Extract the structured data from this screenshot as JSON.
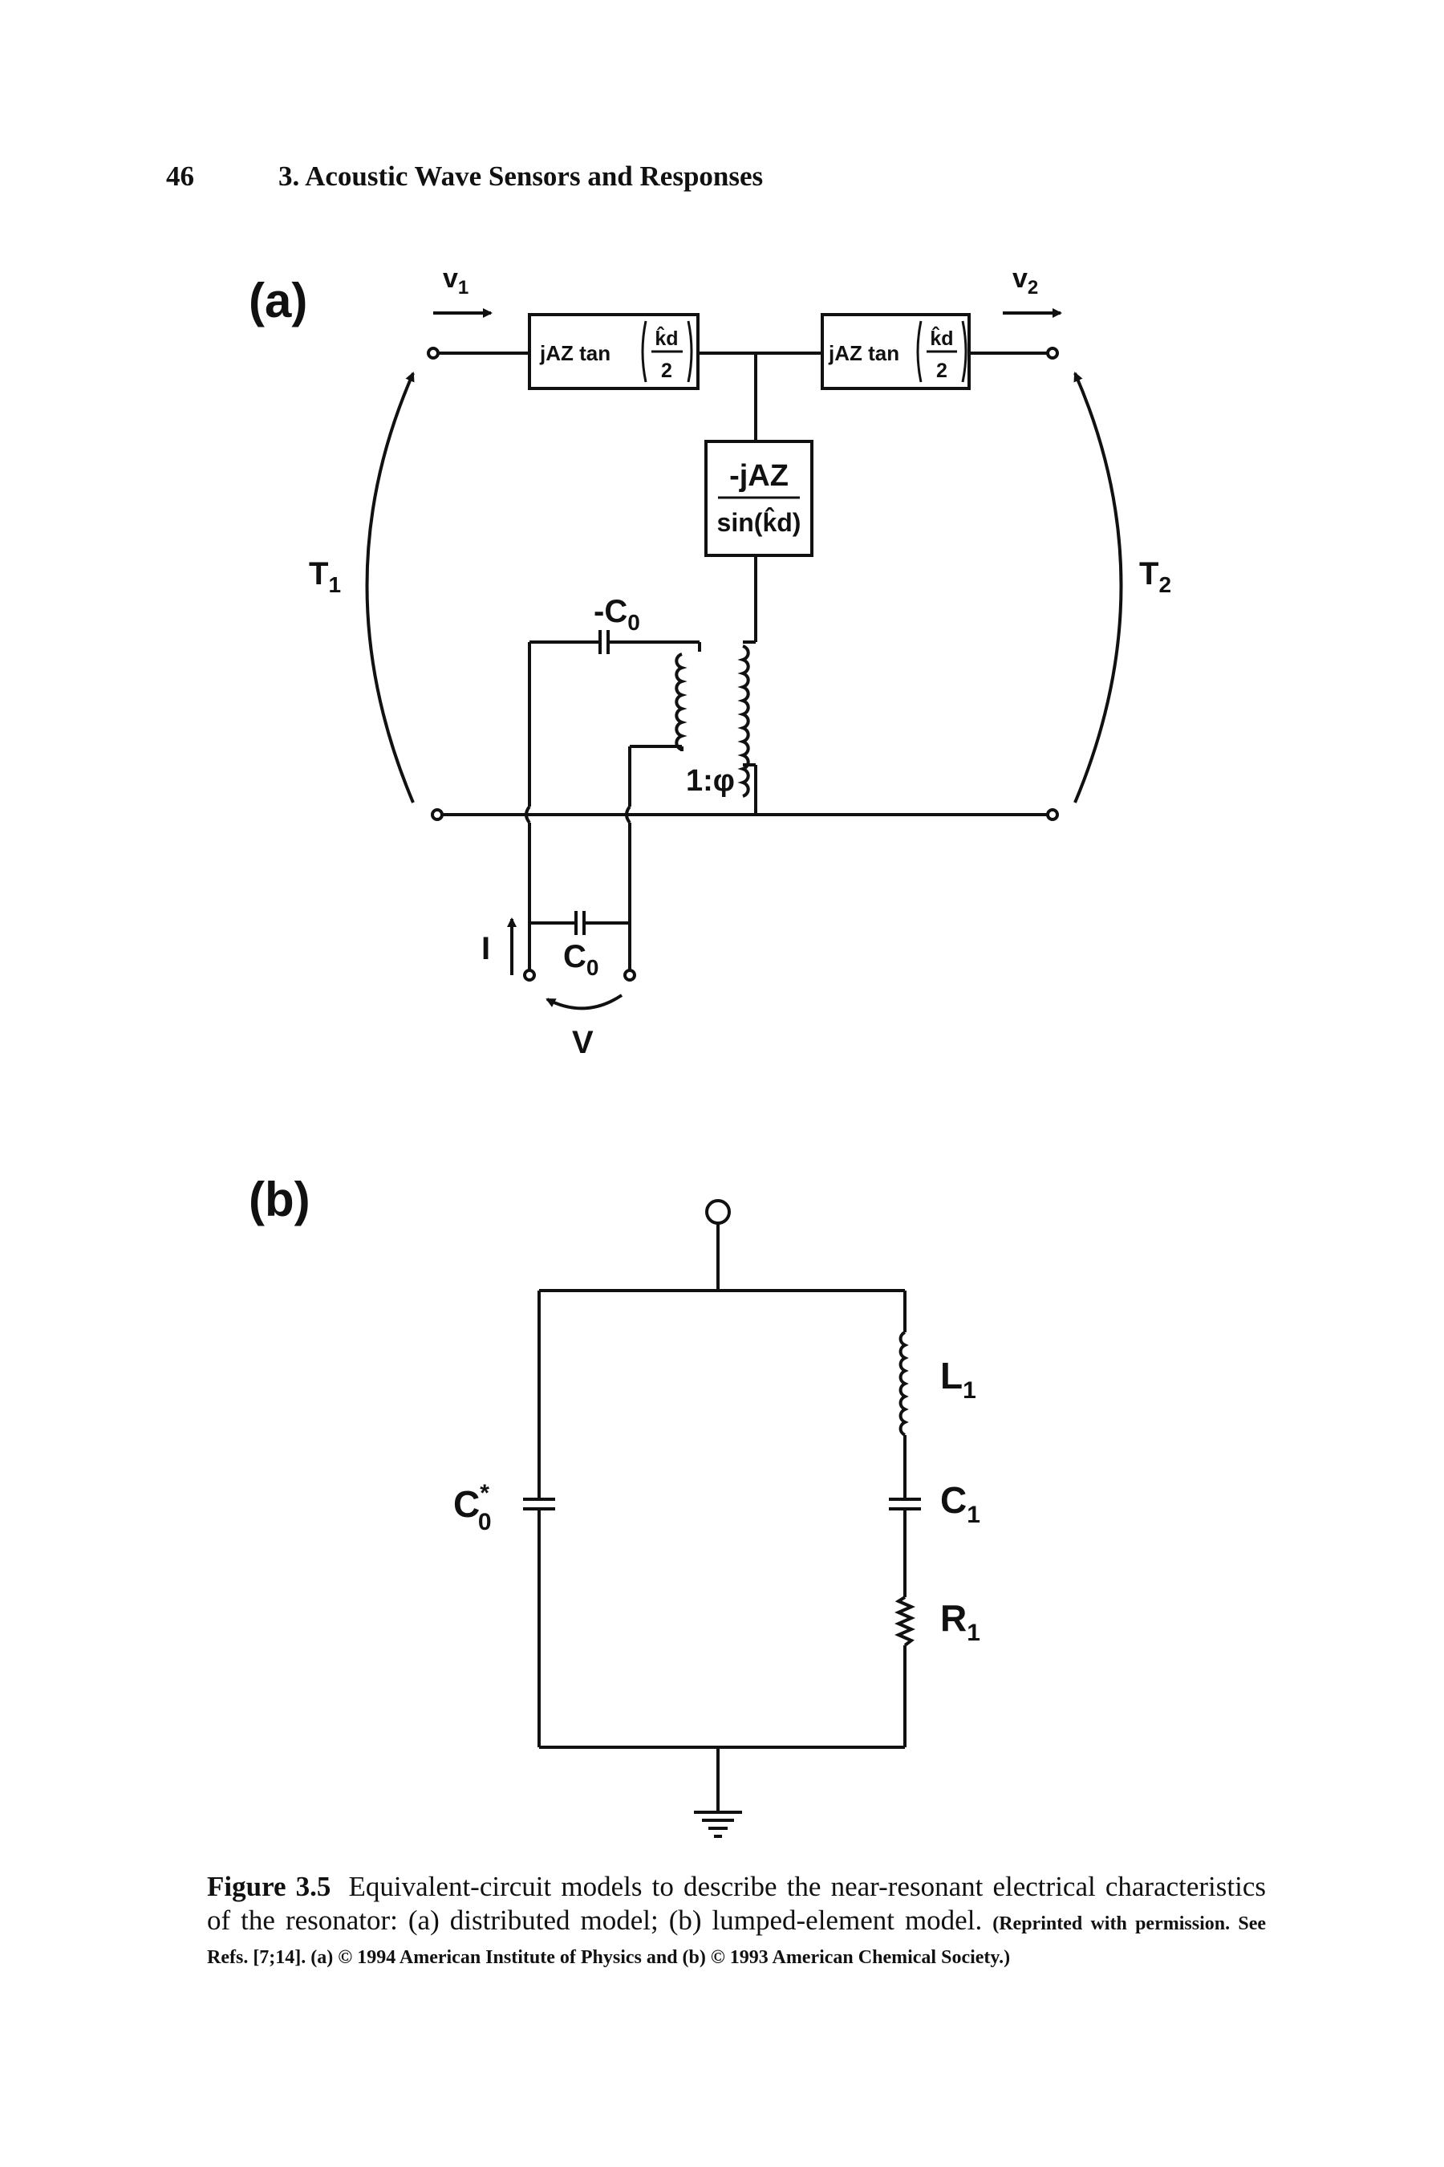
{
  "header": {
    "page_number": "46",
    "chapter_title": "3. Acoustic Wave Sensors and Responses"
  },
  "diagram_a": {
    "panel_label": "(a)",
    "v1": {
      "base": "v",
      "sub": "1"
    },
    "v2": {
      "base": "v",
      "sub": "2"
    },
    "t1": {
      "base": "T",
      "sub": "1"
    },
    "t2": {
      "base": "T",
      "sub": "2"
    },
    "left_box": {
      "prefix": "jAZ tan",
      "numerator": "k̂d",
      "denominator": "2"
    },
    "right_box": {
      "prefix": "jAZ tan",
      "numerator": "k̂d",
      "denominator": "2"
    },
    "shunt_box": {
      "numerator": "-jAZ",
      "denominator": "sin(k̂d)"
    },
    "neg_c0": {
      "base": "-C",
      "sub": "0"
    },
    "ratio": "1:φ",
    "c0": {
      "base": "C",
      "sub": "0"
    },
    "current": "I",
    "voltage": "V"
  },
  "diagram_b": {
    "panel_label": "(b)",
    "c0_star": {
      "base": "C",
      "sup": "*",
      "sub": "0"
    },
    "l1": {
      "base": "L",
      "sub": "1"
    },
    "c1": {
      "base": "C",
      "sub": "1"
    },
    "r1": {
      "base": "R",
      "sub": "1"
    }
  },
  "caption": {
    "label": "Figure 3.5",
    "text": "Equivalent-circuit models to describe the near-resonant electrical characteristics of the resonator: (a) distributed model; (b) lumped-element model.",
    "credit": "(Reprinted with permission. See Refs. [7;14]. (a) © 1994 American Institute of Physics and (b) © 1993 American Chemical Society.)"
  }
}
